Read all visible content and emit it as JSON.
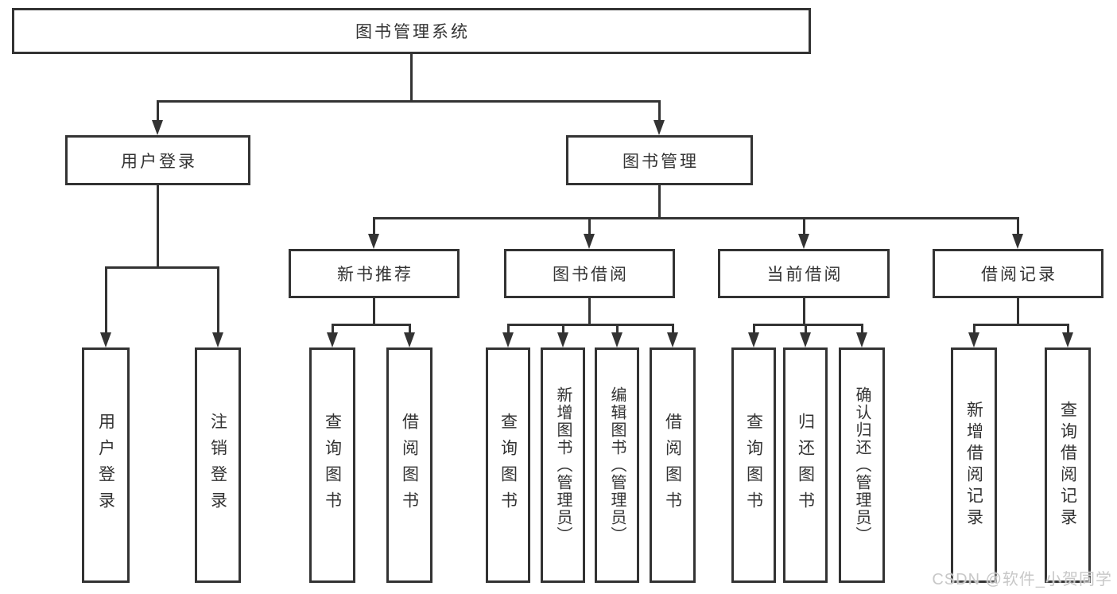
{
  "diagram": {
    "root": "图书管理系统",
    "level2": [
      {
        "label": "用户登录",
        "children": [
          "用户登录",
          "注销登录"
        ]
      },
      {
        "label": "图书管理"
      }
    ],
    "level3": [
      {
        "label": "新书推荐",
        "children": [
          "查询图书",
          "借阅图书"
        ]
      },
      {
        "label": "图书借阅",
        "children": [
          "查询图书",
          "新增图书（管理员）",
          "编辑图书（管理员）",
          "借阅图书"
        ]
      },
      {
        "label": "当前借阅",
        "children": [
          "查询图书",
          "归还图书",
          "确认归还（管理员）"
        ]
      },
      {
        "label": "借阅记录",
        "children": [
          "新增借阅记录",
          "查询借阅记录"
        ]
      }
    ]
  },
  "watermark": {
    "text": "CSDN @软件_小贺同学",
    "color": "#c8c8c8"
  },
  "colors": {
    "line": "#333333",
    "text": "#333333",
    "background": "#ffffff"
  }
}
